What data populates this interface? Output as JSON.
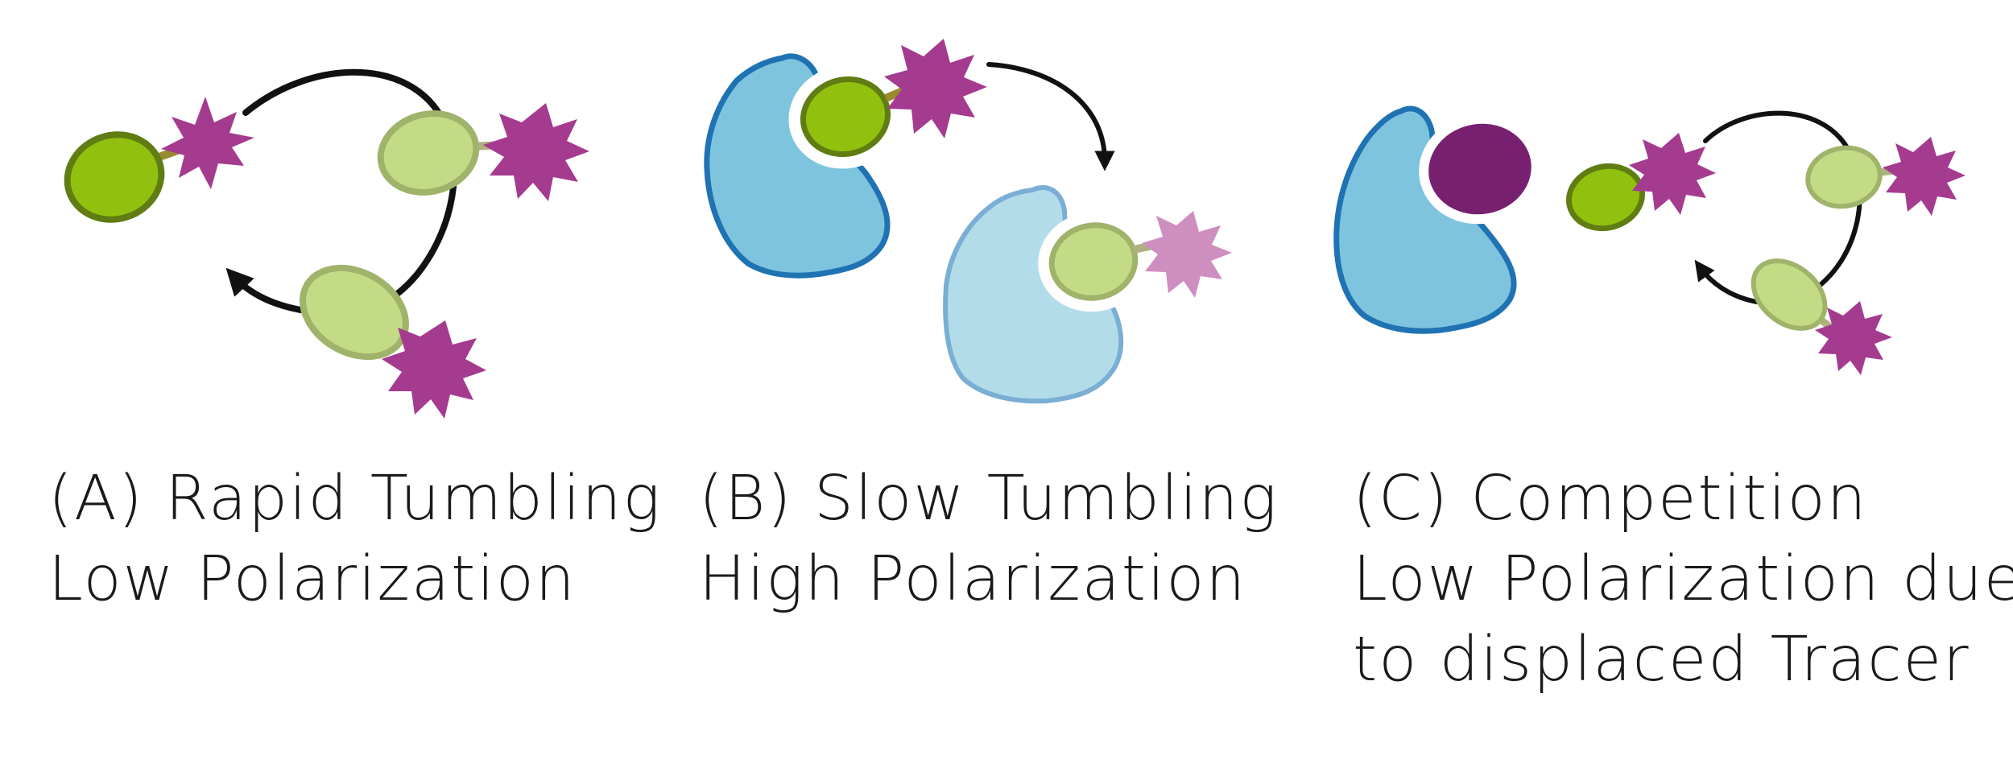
{
  "panels": [
    {
      "id": "A",
      "caption_line1": "(A) Rapid Tumbling",
      "caption_line2": "Low Polarization"
    },
    {
      "id": "B",
      "caption_line1": "(B) Slow Tumbling",
      "caption_line2": "High Polarization"
    },
    {
      "id": "C",
      "caption_line1": "(C) Competition",
      "caption_line2": "Low Polarization due",
      "caption_line3": "to displaced Tracer"
    }
  ],
  "colors": {
    "tracer_dark_green": "#92c00f",
    "tracer_dark_green_stroke": "#5f7d12",
    "tracer_light_green": "#c4db86",
    "tracer_light_green_stroke": "#9fb36a",
    "fluorophore_magenta": "#a43b8f",
    "fluorophore_light_pink": "#cf8ec0",
    "protein_blue": "#7fc4de",
    "protein_blue_stroke": "#1f73b3",
    "protein_light_blue": "#b3dcea",
    "protein_light_blue_stroke": "#7aaed4",
    "competitor_purple": "#782070",
    "arrow_black": "#111111"
  },
  "icons": {
    "tracer": "tracer-ellipse-icon",
    "fluorophore": "starburst-icon",
    "protein": "protein-blob-icon",
    "competitor": "competitor-ellipse-icon",
    "rotation": "curved-arrow-icon"
  }
}
